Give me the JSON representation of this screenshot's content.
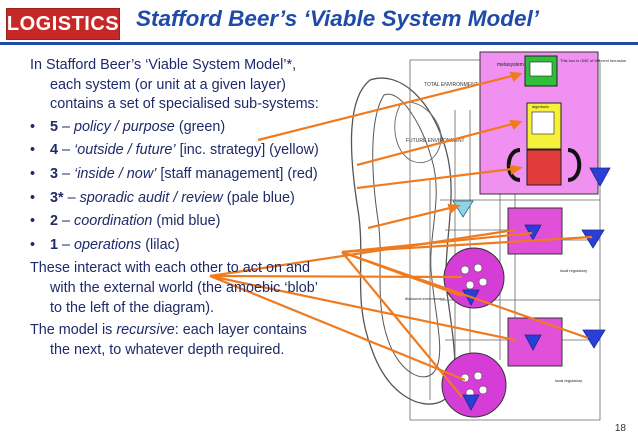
{
  "header": {
    "logo": "LOGISTICS",
    "title": "Stafford Beer’s ‘Viable System Model’"
  },
  "intro": {
    "line1": "In Stafford Beer’s ‘Viable System Model’*,",
    "line2": "each system (or unit at a given layer)",
    "line3": "contains a set of specialised sub-systems:"
  },
  "bullets": [
    {
      "num": "5",
      "label": "policy / purpose",
      "note": "(green)"
    },
    {
      "num": "4",
      "label": "‘outside / future’",
      "note": "[inc. strategy] (yellow)"
    },
    {
      "num": "3",
      "label": "‘inside / now’",
      "note": "[staff management] (red)"
    },
    {
      "num": "3*",
      "label": "sporadic audit / review",
      "note": "(pale blue)"
    },
    {
      "num": "2",
      "label": "coordination",
      "note": "(mid blue)"
    },
    {
      "num": "1",
      "label": "operations",
      "note": "(lilac)"
    }
  ],
  "interact": {
    "line1": "These interact with each other to act on and",
    "line2": "with the external world (the amoebic ‘blob’",
    "line3": "to the left of the diagram)."
  },
  "recursive": {
    "pre": "The model is ",
    "em": "recursive",
    "post": ": each layer contains",
    "line2": "the next, to whatever depth required."
  },
  "diagram": {
    "total_environment": "TOTAL ENVIRONMENT",
    "future_environment": "FUTURE ENVIRONMENT",
    "metasystem": "metasystem",
    "box_note": "This box is ONE of the next recursion",
    "algedonic": "algedonic",
    "local_regulatory": "local regulatory",
    "local_regulatory_2": "local regulatory",
    "divisional_environment": "divisional environment",
    "colors": {
      "green": "#2fbf3a",
      "yellow": "#f5f03a",
      "red": "#e23b3b",
      "paleblue": "#8fd3e8",
      "midblue": "#2b3fd6",
      "lilac": "#d63cd6",
      "magenta_box": "#f090f0",
      "arrow": "#f07a1e"
    }
  },
  "page_number": "18"
}
